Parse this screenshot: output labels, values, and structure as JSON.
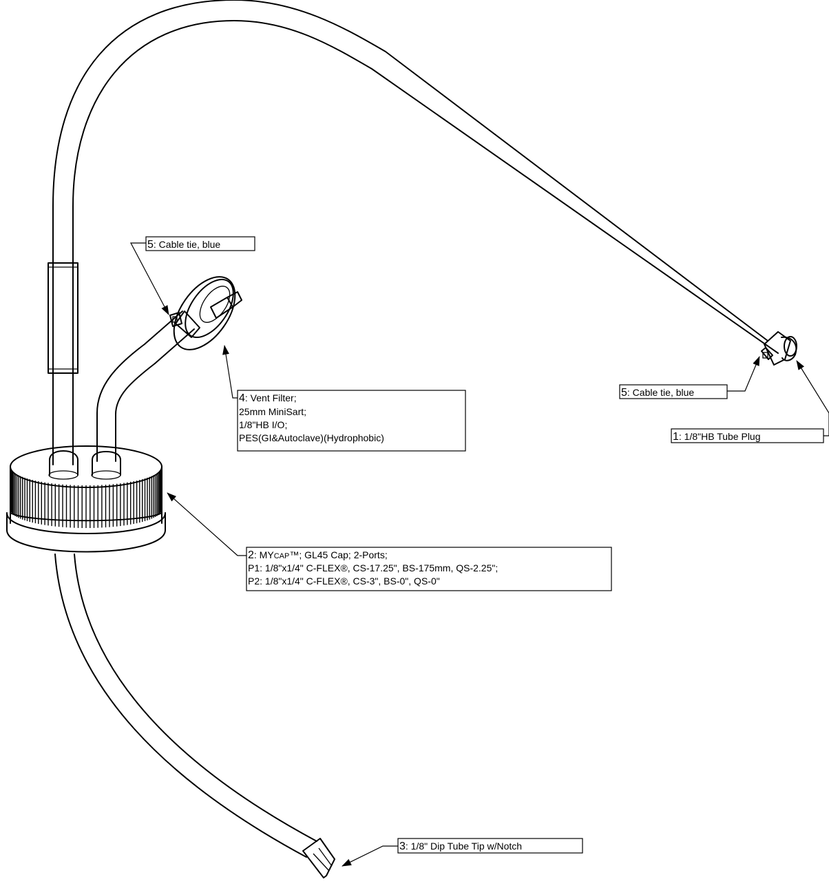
{
  "callouts": {
    "tube_plug": {
      "num": "1",
      "lines": [
        ": 1/8\"HB Tube Plug"
      ]
    },
    "cap": {
      "num": "2",
      "line1_pre": ": MY",
      "line1_cap": "CAP",
      "line1_post": "™; GL45 Cap; 2-Ports;",
      "lines": [
        "P1: 1/8\"x1/4\" C-FLEX®, CS-17.25\", BS-175mm, QS-2.25\";",
        "P2: 1/8\"x1/4\" C-FLEX®, CS-3\", BS-0\", QS-0\""
      ]
    },
    "dip_tube": {
      "num": "3",
      "lines": [
        ": 1/8\" Dip Tube Tip w/Notch"
      ]
    },
    "vent_filter": {
      "num": "4",
      "lines": [
        ": Vent Filter;",
        "25mm MiniSart;",
        "1/8\"HB I/O;",
        "PES(GI&Autoclave)(Hydrophobic)"
      ]
    },
    "cable_tie_left": {
      "num": "5",
      "lines": [
        ": Cable tie, blue"
      ]
    },
    "cable_tie_right": {
      "num": "5",
      "lines": [
        ": Cable tie, blue"
      ]
    }
  }
}
